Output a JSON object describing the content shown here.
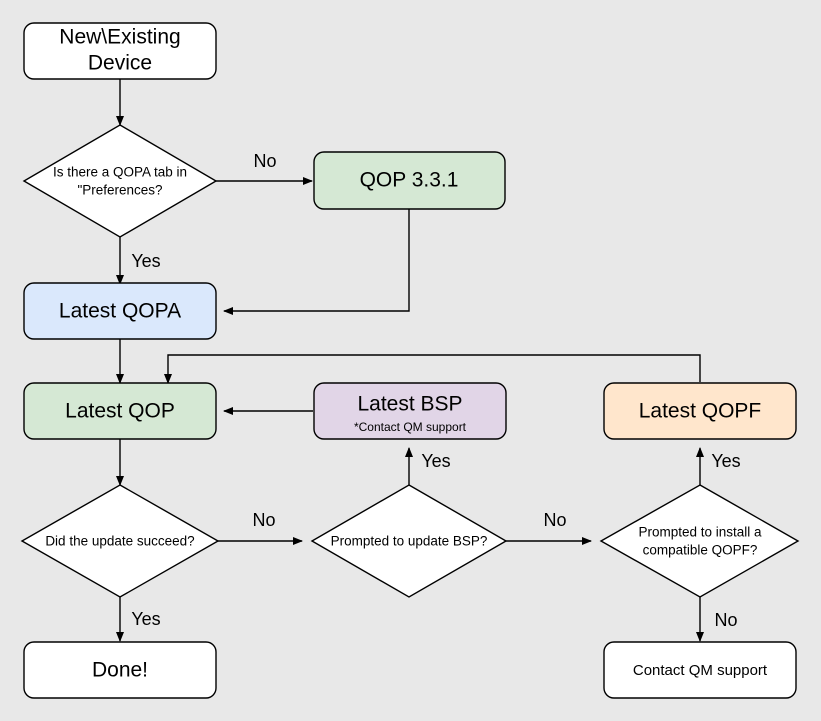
{
  "diagram": {
    "title": "QOP / QOPA update decision flowchart",
    "background_color": "#e8e8e8",
    "stroke_color": "#000000",
    "colors": {
      "white": "#ffffff",
      "green": "#d5e8d4",
      "blue": "#dae8fc",
      "purple": "#e1d5e7",
      "orange": "#ffe6cc"
    },
    "nodes": {
      "start_device": {
        "label_line1": "New\\Existing",
        "label_line2": "Device",
        "shape": "rounded-rect",
        "fill": "#ffffff"
      },
      "decision_qopa_tab": {
        "label_line1": "Is there a QOPA tab in",
        "label_line2": "\"Preferences?",
        "shape": "diamond",
        "fill": "#ffffff"
      },
      "qop_331": {
        "label": "QOP 3.3.1",
        "shape": "rounded-rect",
        "fill": "#d5e8d4"
      },
      "latest_qopa": {
        "label": "Latest QOPA",
        "shape": "rounded-rect",
        "fill": "#dae8fc"
      },
      "latest_qop": {
        "label": "Latest QOP",
        "shape": "rounded-rect",
        "fill": "#d5e8d4"
      },
      "latest_bsp": {
        "label": "Latest BSP",
        "sublabel": "*Contact QM support",
        "shape": "rounded-rect",
        "fill": "#e1d5e7"
      },
      "latest_qopf": {
        "label": "Latest QOPF",
        "shape": "rounded-rect",
        "fill": "#ffe6cc"
      },
      "decision_update_succeed": {
        "label": "Did the update succeed?",
        "shape": "diamond",
        "fill": "#ffffff"
      },
      "decision_prompted_bsp": {
        "label": "Prompted to update BSP?",
        "shape": "diamond",
        "fill": "#ffffff"
      },
      "decision_prompted_qopf": {
        "label_line1": "Prompted to install a",
        "label_line2": "compatible QOPF?",
        "shape": "diamond",
        "fill": "#ffffff"
      },
      "done": {
        "label": "Done!",
        "shape": "rounded-rect",
        "fill": "#ffffff"
      },
      "contact_qm_support": {
        "label": "Contact QM support",
        "shape": "rounded-rect",
        "fill": "#ffffff"
      }
    },
    "edge_labels": {
      "qopa_tab_no": "No",
      "qopa_tab_yes": "Yes",
      "update_succeed_no": "No",
      "update_succeed_yes": "Yes",
      "prompted_bsp_no": "No",
      "prompted_bsp_yes": "Yes",
      "prompted_qopf_no": "No",
      "prompted_qopf_yes": "Yes"
    }
  }
}
